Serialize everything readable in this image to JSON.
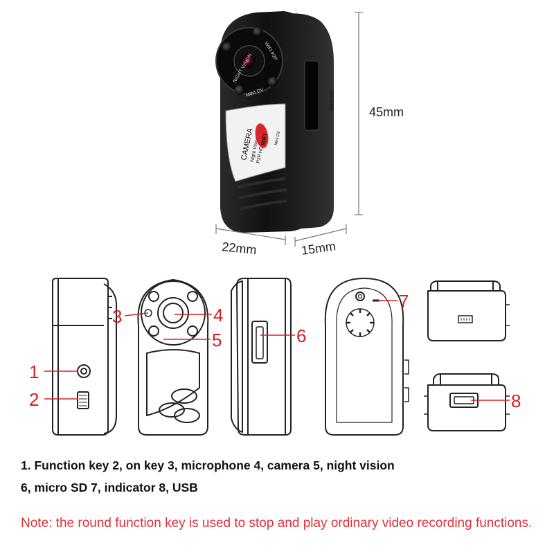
{
  "dimensions": {
    "height": "45mm",
    "width": "22mm",
    "depth": "15mm"
  },
  "device_label": {
    "night_vision": "NIGHT VISION",
    "wifi_p2p": "WIFI P2P",
    "mini_dv": "MINI DV",
    "camera": "CAMERA",
    "night_vision2": "Night Vision",
    "p2p_hd": "P2P HD",
    "wifi": "WIFI",
    "mini_dv2": "Mini DV",
    "microsd": "MicroSD"
  },
  "callouts": [
    "1",
    "2",
    "3",
    "4",
    "5",
    "6",
    "7",
    "8"
  ],
  "legend": {
    "line1": "1. Function key 2, on key 3, microphone 4, camera 5, night vision",
    "line2": "6, micro SD 7, indicator 8, USB"
  },
  "note": "Note: the round function key is used to stop and play ordinary video recording functions.",
  "colors": {
    "callout": "#d82020",
    "note": "#e0303a",
    "device_body": "#1b1b1b",
    "label_red": "#d8262a"
  }
}
